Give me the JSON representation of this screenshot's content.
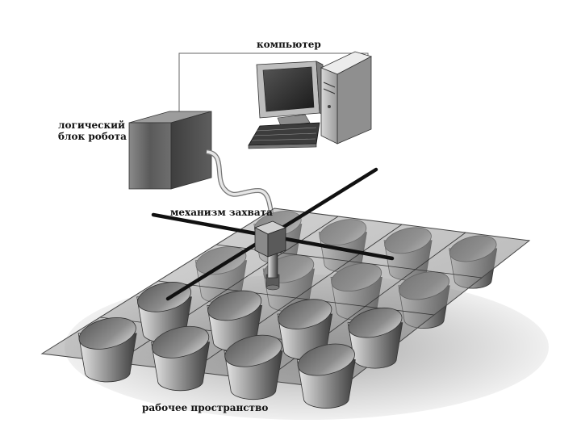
{
  "labels": {
    "computer": "компьютер",
    "logic_block_line1": "логический",
    "logic_block_line2": "блок робота",
    "gripper": "механизм захвата",
    "workspace": "рабочее пространство"
  },
  "colors": {
    "ink": "#111111",
    "metal_dark": "#3a3a3a",
    "metal_mid": "#6e6e6e",
    "metal_light": "#c8c8c8",
    "plate": "#9a9a9a",
    "screen": "#2a2a2a"
  },
  "icons": [
    "computer-monitor-icon",
    "system-unit-icon",
    "keyboard-icon",
    "logic-block-box-icon",
    "gripper-icon",
    "cup-icon"
  ]
}
